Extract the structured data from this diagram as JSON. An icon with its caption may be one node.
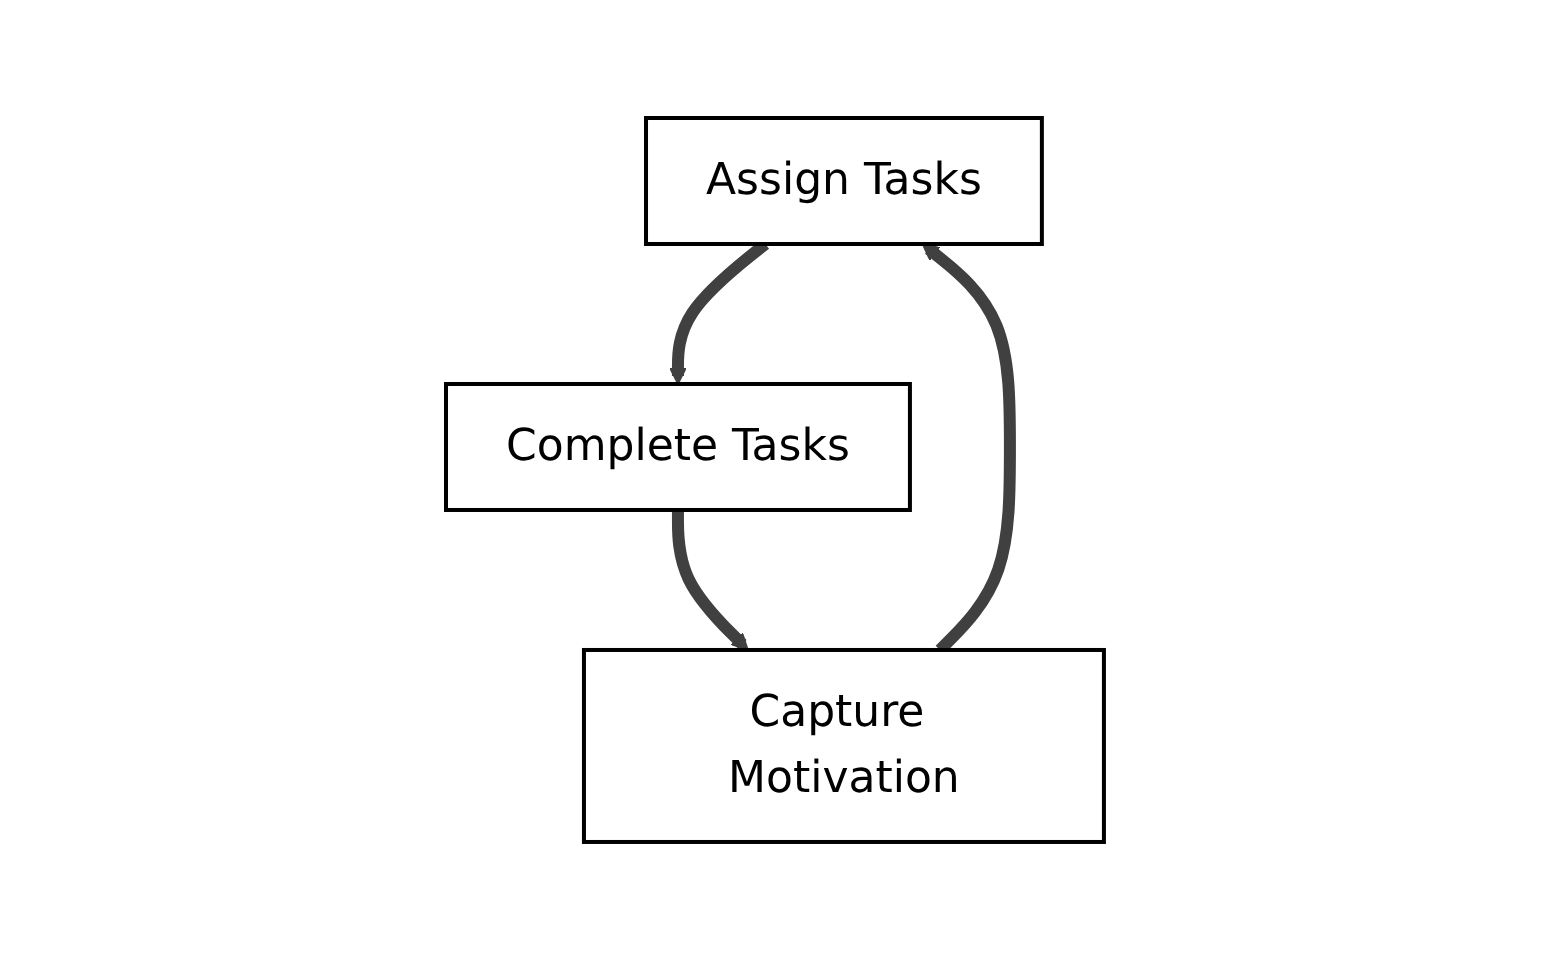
{
  "diagram": {
    "nodes": [
      {
        "text": [
          "Assign Tasks"
        ]
      },
      {
        "text": [
          "Complete Tasks"
        ]
      },
      {
        "text": [
          "Capture Motivation"
        ]
      }
    ],
    "edges": [
      {
        "from": 0,
        "to": 1,
        "arrow": "to"
      },
      {
        "from": 1,
        "to": 2,
        "arrow": "to"
      },
      {
        "from": 2,
        "to": 0,
        "arrow": "to"
      }
    ]
  }
}
